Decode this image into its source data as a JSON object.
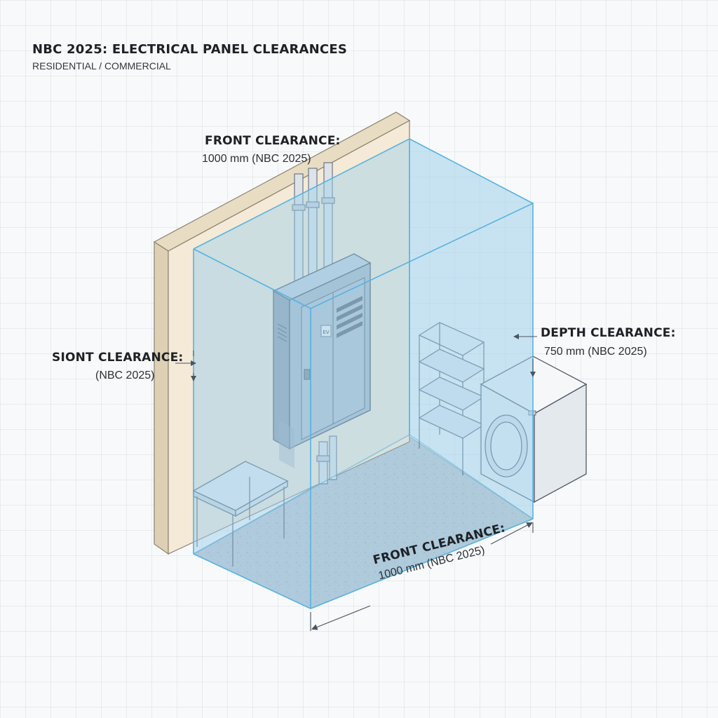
{
  "header": {
    "title": "NBC 2025: ELECTRICAL PANEL CLEARANCES",
    "subtitle": "RESIDENTIAL / COMMERCIAL"
  },
  "labels": {
    "top_front": {
      "heading": "FRONT CLEARANCE:",
      "value": "1000 mm (NBC 2025)"
    },
    "side": {
      "heading": "SIONT CLEARANCE:",
      "value": "(NBC 2025)"
    },
    "depth": {
      "heading": "DEPTH CLEARANCE:",
      "value": "750 mm (NBC 2025)"
    },
    "bottom_front": {
      "heading": "FRONT CLEARANCE:",
      "value": "1000 mm (NBC 2025)"
    }
  },
  "panel": {
    "badge": "EV"
  },
  "colors": {
    "clearance_fill": "#9fd0ec",
    "clearance_edge": "#58b2de",
    "wall_face": "#f4ead7",
    "panel_body": "#a8b7c6"
  }
}
